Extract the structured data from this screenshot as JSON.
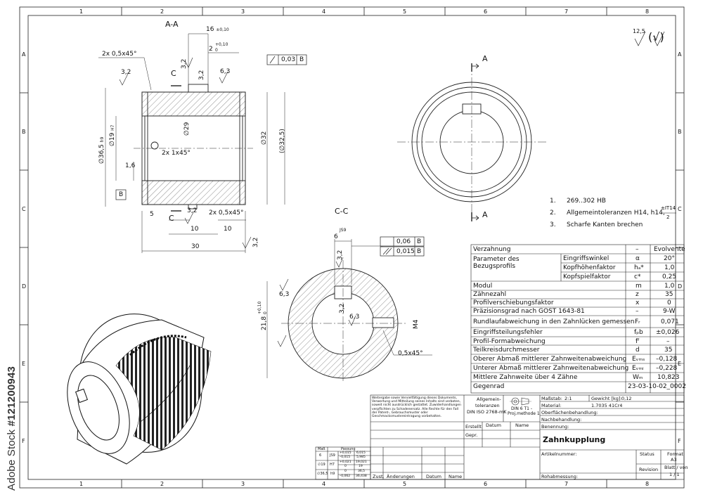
{
  "watermark": {
    "brand": "Adobe Stock",
    "id": "#121200943"
  },
  "frame": {
    "columns": [
      "1",
      "2",
      "3",
      "4",
      "5",
      "6",
      "7",
      "8"
    ],
    "rows": [
      "A",
      "B",
      "C",
      "D",
      "E",
      "F"
    ]
  },
  "views": {
    "section_aa_title": "A-A",
    "section_cc_title": "C-C",
    "cut_letter_a": "A",
    "cut_letter_c": "C"
  },
  "dims": {
    "d16": "16",
    "d16_tol": "±0,10",
    "d2": "2",
    "d2_tol_up": "+0,10",
    "d2_tol_lo": "0",
    "chamfer_top": "2x 0,5x45°",
    "rough32_a": "3,2",
    "rough32_b": "3,2",
    "rough32_c": "3,2",
    "rough63_a": "6,3",
    "runout_tol": "0,03",
    "runout_datum": "B",
    "phi365": "∅36,5",
    "phi365_fit": "h9",
    "phi19": "∅19",
    "phi19_fit": "H7",
    "phi29": "∅29",
    "phi32": "∅32",
    "phi325": "(∅32,5)",
    "chamfer_bore": "2x 1x45°",
    "d16b": "1,6",
    "datum_b": "B",
    "d5": "5",
    "rough32_bottom": "3,2",
    "chamfer_bottom": "2x 0,5x45°",
    "d10a": "10",
    "d10b": "10",
    "d30": "30",
    "rough32_right": "3,2",
    "cc_d6": "6",
    "cc_js9": "JS9",
    "cc_rough32": "3,2",
    "cc_rough32b": "3,2",
    "cc_rough63": "6,3",
    "cc_rough63b": "6,3",
    "cc_sym_tol": "0,06",
    "cc_sym_datum": "B",
    "cc_par_tol": "0,015",
    "cc_par_datum": "B",
    "cc_d218": "21,8",
    "cc_d218_tol_up": "+0,10",
    "cc_d218_tol_lo": "0",
    "cc_m4": "M4",
    "cc_chamfer": "0,5x45°",
    "surface_general": "12,5",
    "surface_paren": "(√)"
  },
  "notes": [
    {
      "n": "1.",
      "text": "269..302 HB"
    },
    {
      "n": "2.",
      "text": "Allgemeintoleranzen H14, h14,",
      "frac_top": "±IT14",
      "frac_bot": "2"
    },
    {
      "n": "3.",
      "text": "Scharfe Kanten brechen"
    }
  ],
  "gear_table": {
    "rows": [
      {
        "label": "Verzahnung",
        "sym": "–",
        "val": "Evolvente"
      },
      {
        "label": "Parameter des Bezugsprofils",
        "sub": [
          {
            "label": "Eingriffswinkel",
            "sym": "α",
            "val": "20°"
          },
          {
            "label": "Kopfhöhenfaktor",
            "sym": "hₐ*",
            "val": "1,0"
          },
          {
            "label": "Kopfspielfaktor",
            "sym": "c*",
            "val": "0,25"
          }
        ]
      },
      {
        "label": "Modul",
        "sym": "m",
        "val": "1,0"
      },
      {
        "label": "Zähnezahl",
        "sym": "z",
        "val": "35"
      },
      {
        "label": "Profilverschiebungsfaktor",
        "sym": "x",
        "val": "0"
      },
      {
        "label": "Präzisionsgrad nach GOST 1643-81",
        "sym": "–",
        "val": "9-W"
      },
      {
        "label": "Rundlaufabweichung in den Zahnlücken gemessen",
        "sym": "Fᵣ",
        "val": "0,071"
      },
      {
        "label": "Eingriffsteilungsfehler",
        "sym": "fₚb",
        "val": "±0,026"
      },
      {
        "label": "Profil-Formabweichung",
        "sym": "fᶠ",
        "val": "–"
      },
      {
        "label": "Teilkreisdurchmesser",
        "sym": "d",
        "val": "35"
      },
      {
        "label": "Oberer Abmaß mittlerer Zahnweitenabweichung",
        "sym": "Eᵥₘₛ",
        "val": "–0,128"
      },
      {
        "label": "Unterer Abmaß mittlerer Zahnweitenabweichung",
        "sym": "Eᵥₘᵢ",
        "val": "–0,228"
      },
      {
        "label": "Mittlere Zahnweite über 4 Zähne",
        "sym": "Wₘ",
        "val": "10,823"
      },
      {
        "label": "Gegenrad",
        "sym": "",
        "val": "23-03-10-02_0002"
      }
    ]
  },
  "fit_table": {
    "header": [
      "Maß",
      "Passung"
    ],
    "rows": [
      {
        "size": "6",
        "fit": "JS9",
        "dev": [
          "+0,015",
          "–0,015"
        ],
        "lim": [
          "6,015",
          "5,985"
        ]
      },
      {
        "size": "∅19",
        "fit": "H7",
        "dev": [
          "+0,021",
          "0"
        ],
        "lim": [
          "19,021",
          "19"
        ]
      },
      {
        "size": "∅36,5",
        "fit": "h9",
        "dev": [
          "0",
          "–0,062"
        ],
        "lim": [
          "36,5",
          "36,438"
        ]
      }
    ]
  },
  "title_block": {
    "copyright": "Weitergabe sowie Vervielfältigung dieses Dokuments, Verwertung und Mitteilung seines Inhalts sind verboten, soweit nicht ausdrücklich gestattet. Zuwiderhandlungen verpflichten zu Schadenersatz. Alle Rechte für den Fall der Patent-, Gebrauchsmuster oder Geschmacksmustereintragung vorbehalten.",
    "gen_tol_line1": "Allgemein-",
    "gen_tol_line2": "toleranzen",
    "gen_tol_line3": "DIN ISO 2768-mK",
    "proj_line1": "DIN 6  T1 -",
    "proj_line2": "Proj.methode 1",
    "scale_label": "Maßstab:",
    "scale_value": "2:1",
    "weight_label": "Gewicht [kg]:",
    "weight_value": "0,12",
    "material_label": "Material:",
    "material_value": "1.7035 41Cr4",
    "surface_label": "Oberflächenbehandlung:",
    "post_label": "Nachbehandlung:",
    "name_label": "Benennung:",
    "name_value": "Zahnkupplung",
    "datum": "Datum",
    "name": "Name",
    "erstellt": "Erstellt",
    "gepr": "Gepr.",
    "article_label": "Artikelnummer:",
    "status_label": "Status",
    "format_label": "Format",
    "format_value": "A3",
    "revision_label": "Revision",
    "sheet_label": "Blatt / von",
    "sheet_value": "1  /  1",
    "raw_label": "Rohabmessung:",
    "zust": "Zust.",
    "aenderungen": "Änderungen",
    "datum2": "Datum",
    "name2": "Name"
  }
}
